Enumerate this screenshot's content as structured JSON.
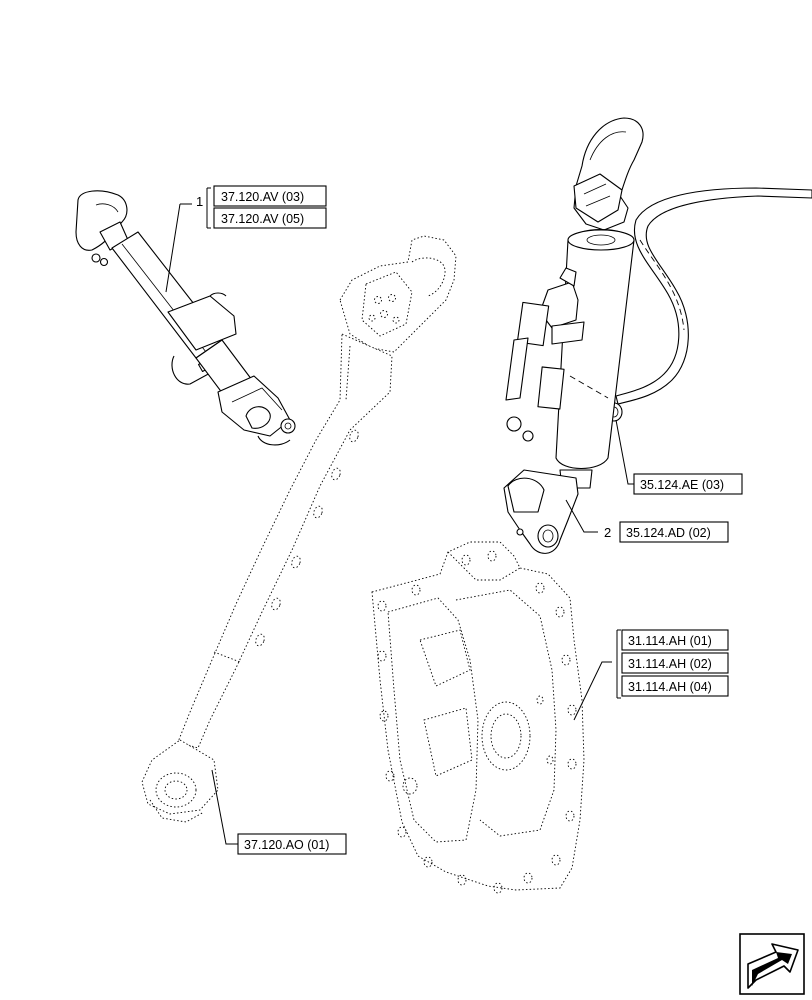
{
  "callouts": {
    "item1": "1",
    "item2": "2"
  },
  "refs": {
    "r37_120_av_03": "37.120.AV (03)",
    "r37_120_av_05": "37.120.AV (05)",
    "r35_124_ae_03": "35.124.AE (03)",
    "r35_124_ad_02": "35.124.AD (02)",
    "r31_114_ah_01": "31.114.AH (01)",
    "r31_114_ah_02": "31.114.AH (02)",
    "r31_114_ah_04": "31.114.AH (04)",
    "r37_120_ao_01": "37.120.AO (01)"
  },
  "icons": {
    "nav": "arrow-icon"
  }
}
